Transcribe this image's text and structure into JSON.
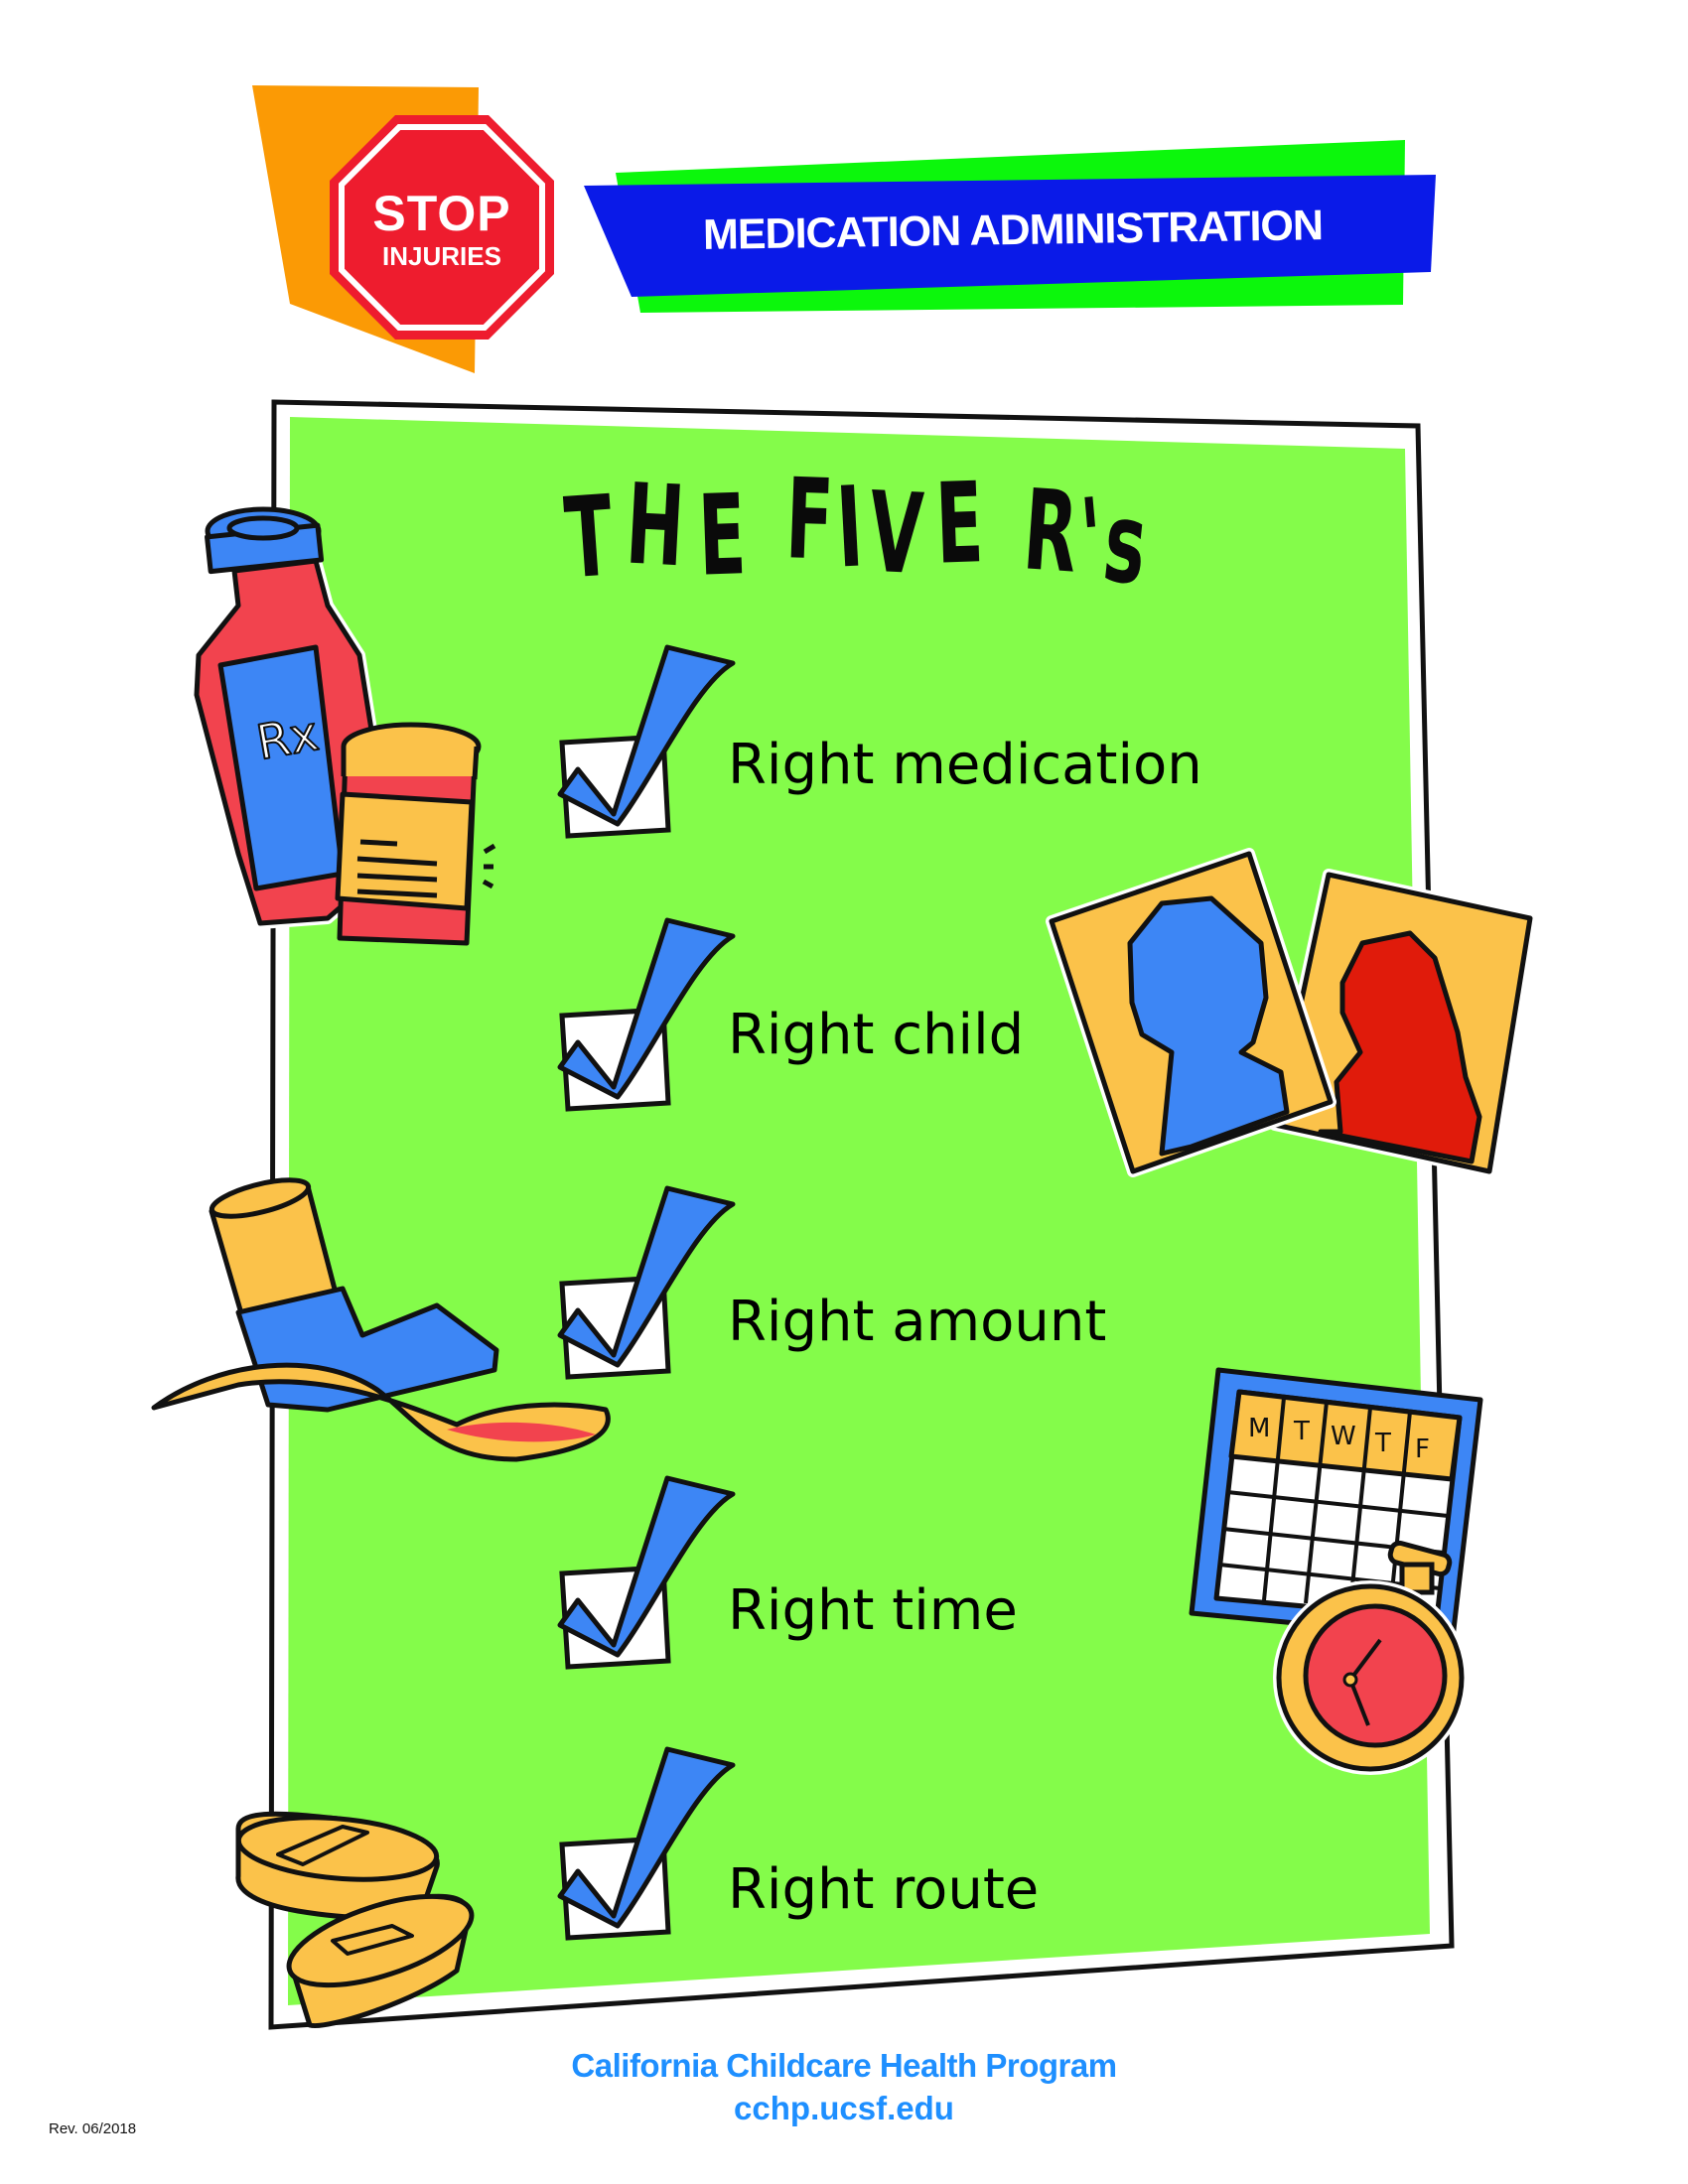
{
  "header": {
    "badge_line1": "STOP",
    "badge_line2": "INJURIES",
    "banner_title": "MEDICATION ADMINISTRATION"
  },
  "poster": {
    "title": "THE FIVE R's",
    "items": [
      {
        "label": "Right medication",
        "checked": true
      },
      {
        "label": "Right child",
        "checked": true
      },
      {
        "label": "Right amount",
        "checked": true
      },
      {
        "label": "Right time",
        "checked": true
      },
      {
        "label": "Right route",
        "checked": true
      }
    ],
    "illustrations": {
      "medicine": {
        "icon": "medicine-bottle-and-jar",
        "label_text": "Rx"
      },
      "portraits": {
        "icon": "child-and-adult-silhouettes"
      },
      "inhaler": {
        "icon": "inhaler-and-spoon"
      },
      "calendar": {
        "icon": "calendar-and-stopwatch",
        "days": [
          "M",
          "T",
          "W",
          "T",
          "F"
        ]
      },
      "pills": {
        "icon": "tablets"
      }
    }
  },
  "footer": {
    "organization": "California Childcare Health Program",
    "website": "cchp.ucsf.edu",
    "revision": "Rev. 06/2018"
  },
  "colors": {
    "panel_green": "#84fc4a",
    "banner_blue": "#0a1ae8",
    "banner_green": "#0cf70c",
    "stop_red": "#ee1c2e",
    "orange": "#fb9a05",
    "check_blue": "#3d86f5",
    "footer_blue": "#1e8fff",
    "illustration_yellow": "#fbc24a",
    "illustration_red": "#f2434e"
  }
}
